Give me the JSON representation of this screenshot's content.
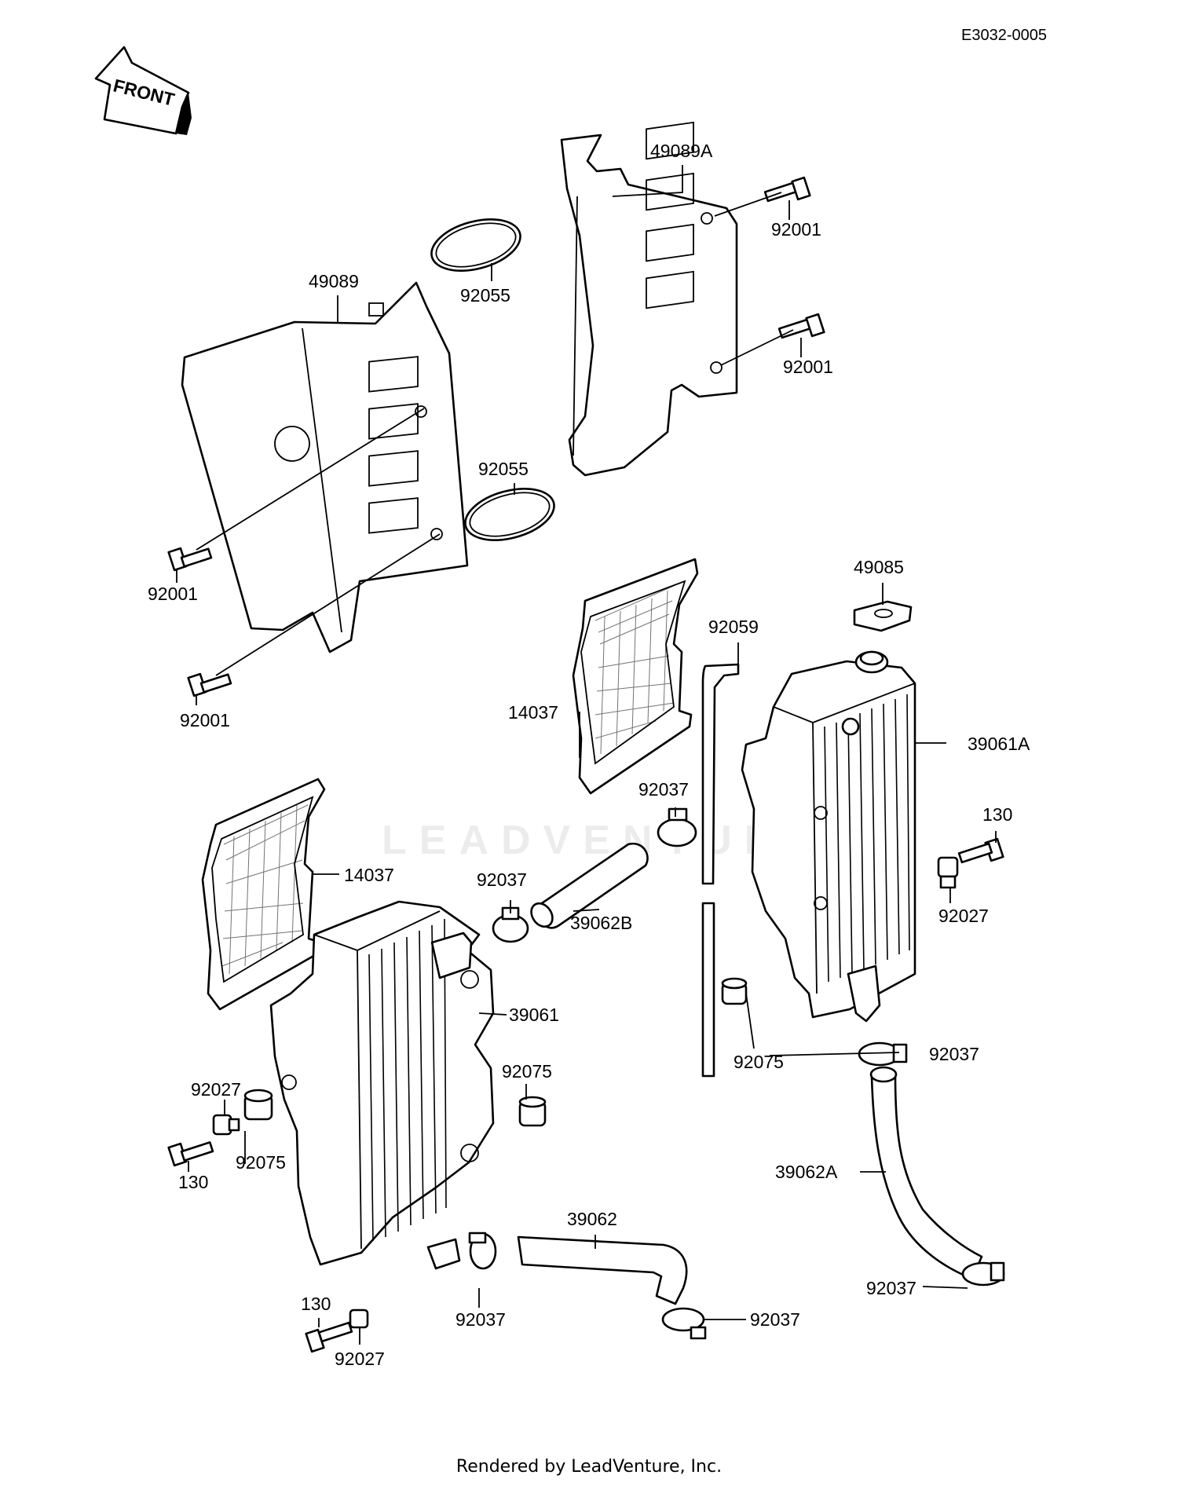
{
  "diagram_id": "E3032-0005",
  "front_label": "FRONT",
  "watermark": "LEADVENTURE",
  "footer": "Rendered by LeadVenture, Inc.",
  "callouts": [
    {
      "text": "49089A"
    },
    {
      "text": "92001"
    },
    {
      "text": "92001"
    },
    {
      "text": "49089"
    },
    {
      "text": "92055"
    },
    {
      "text": "92055"
    },
    {
      "text": "92001"
    },
    {
      "text": "92001"
    },
    {
      "text": "49085"
    },
    {
      "text": "92059"
    },
    {
      "text": "14037"
    },
    {
      "text": "39061A"
    },
    {
      "text": "92037"
    },
    {
      "text": "130"
    },
    {
      "text": "92027"
    },
    {
      "text": "14037"
    },
    {
      "text": "92037"
    },
    {
      "text": "39062B"
    },
    {
      "text": "39061"
    },
    {
      "text": "92075"
    },
    {
      "text": "92037"
    },
    {
      "text": "92027"
    },
    {
      "text": "92075"
    },
    {
      "text": "130"
    },
    {
      "text": "39062A"
    },
    {
      "text": "39062"
    },
    {
      "text": "130"
    },
    {
      "text": "92037"
    },
    {
      "text": "92037"
    },
    {
      "text": "92027"
    },
    {
      "text": "92037"
    },
    {
      "text": "92075"
    }
  ]
}
